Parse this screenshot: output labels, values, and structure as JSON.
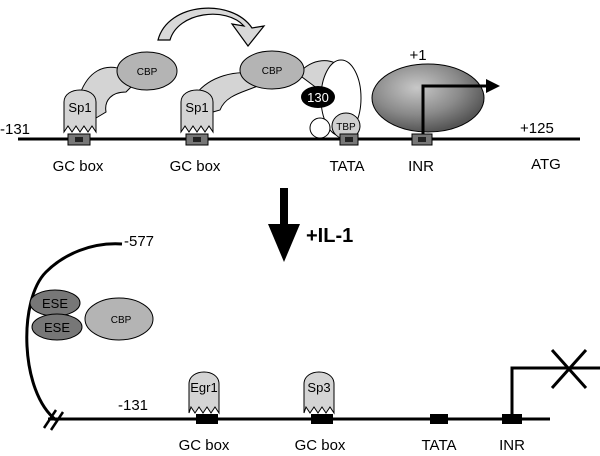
{
  "top": {
    "coord_left": "-131",
    "coord_right": "+125",
    "tss": "+1",
    "atg": "ATG",
    "gc_box_1": "GC box",
    "gc_box_2": "GC box",
    "tata": "TATA",
    "inr": "INR",
    "sp1_a": "Sp1",
    "sp1_b": "Sp1",
    "cbp_a": "CBP",
    "cbp_b": "CBP",
    "p130": "130",
    "tbp": "TBP"
  },
  "transition": {
    "label": "+IL-1"
  },
  "bottom": {
    "coord_far": "-577",
    "coord_left": "-131",
    "ese_1": "ESE",
    "ese_2": "ESE",
    "cbp": "CBP",
    "egr1": "Egr1",
    "sp3": "Sp3",
    "gc_box_1": "GC box",
    "gc_box_2": "GC box",
    "tata": "TATA",
    "inr": "INR"
  }
}
